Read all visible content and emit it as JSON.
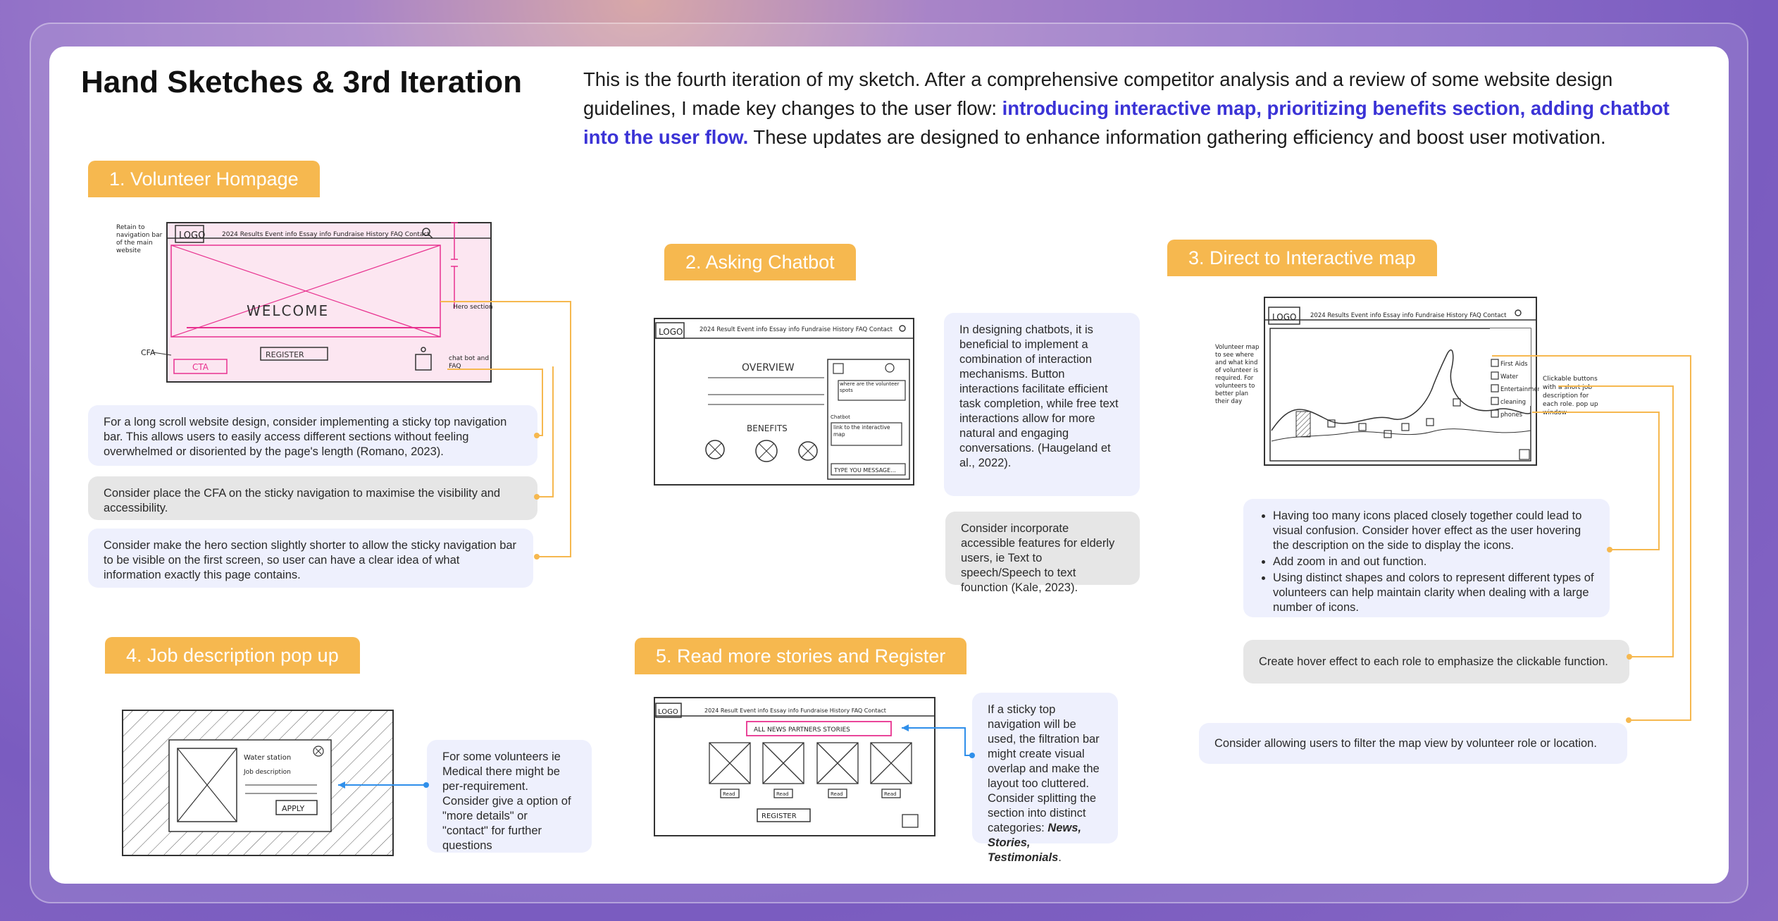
{
  "title": "Hand Sketches & 3rd Iteration",
  "intro": {
    "text_1": "This is the fourth iteration of my sketch. After a comprehensive competitor analysis and a review of some website design guidelines, I made key changes to the user flow: ",
    "highlight": "introducing interactive map, prioritizing benefits section, adding chatbot into the user flow.",
    "text_2": " These updates are designed to enhance information gathering efficiency and boost user motivation."
  },
  "colors": {
    "accent_orange": "#f6b84f",
    "highlight_blue": "#3b33d6",
    "note_blue": "#eef0fd",
    "note_gray": "#e6e6e6",
    "sketch_pink": "#e8318f",
    "connector_blue": "#2f8fea"
  },
  "sections": [
    {
      "label": "1. Volunteer Hompage",
      "sketch": {
        "nav": "2024 Results  Event info  Essay info  Fundraise  History  FAQ  Contact",
        "logo": "LOGO",
        "hero": "WELCOME",
        "cta_text": "CTA",
        "register": "REGISTER",
        "ann_left": "Retain to navigation bar of the main website",
        "ann_cfa": "CFA",
        "ann_hero": "Hero section",
        "ann_chat": "chat bot and FAQ"
      },
      "notes": [
        "For a long scroll website design, consider implementing a sticky top navigation bar. This allows users to easily access different sections without feeling overwhelmed or disoriented by the page's length (Romano, 2023).",
        "Consider place the CFA on the sticky navigation to maximise the visibility and accessibility.",
        "Consider make the hero section slightly shorter to allow the sticky navigation bar to be visible on the first screen, so user can have a clear idea of what information exactly this page contains."
      ]
    },
    {
      "label": "2. Asking Chatbot",
      "sketch": {
        "nav": "2024 Result  Event info  Essay info  Fundraise  History  FAQ  Contact",
        "logo": "LOGO",
        "overview": "OVERVIEW",
        "benefits": "BENEFITS",
        "chat_1": "where are the volunteer spots",
        "chat_bot_label": "Chatbot",
        "chat_2": "link to the interactive map",
        "chat_input": "TYPE YOU MESSAGE..."
      },
      "notes": [
        "In designing chatbots, it is beneficial to implement a combination of interaction mechanisms. Button interactions facilitate efficient task completion, while free text interactions allow for more natural and engaging conversations.  (Haugeland et al., 2022).",
        "Consider incorporate accessible features for elderly users, ie Text to speech/Speech to text founction (Kale, 2023)."
      ]
    },
    {
      "label": "3. Direct to Interactive map",
      "sketch": {
        "nav": "2024 Results  Event info  Essay info  Fundraise  History  FAQ  Contact",
        "logo": "LOGO",
        "legend": [
          "First Aids",
          "Water",
          "Entertainment",
          "cleaning",
          "phones"
        ],
        "ann_left": "Volunteer map to see where and what kind of volunteer is required. For volunteers to better plan their day",
        "ann_right": "Clickable buttons with a short job description for each role. pop up window"
      },
      "notes": [
        "Having too many icons placed closely together could lead to visual confusion. Consider hover effect as the user hovering the description on the side to display the icons.",
        "Add zoom in and out function.",
        "Using distinct shapes and colors to represent different types of volunteers can help maintain clarity when dealing with a large number of icons."
      ],
      "notes_2": [
        "Create hover effect to each role to emphasize the clickable function.",
        "Consider allowing users to filter the map view by volunteer role or location."
      ]
    },
    {
      "label": "4. Job description pop up",
      "sketch": {
        "title": "Water station",
        "desc": "Job description",
        "apply": "APPLY"
      },
      "notes": [
        "For some volunteers ie Medical there might be per-requirement. Consider give a option of \"more details\" or \"contact\" for further questions"
      ]
    },
    {
      "label": "5. Read more stories and Register",
      "sketch": {
        "nav": "2024 Result  Event info  Essay info  Fundraise  History  FAQ  Contact",
        "logo": "LOGO",
        "filters": "ALL    NEWS    PARTNERS    STORIES",
        "card_btn": "Read",
        "register": "REGISTER"
      },
      "notes": {
        "text": "If a sticky top navigation will be used, the filtration bar might create visual overlap and make the layout too cluttered. Consider splitting the section into distinct categories: ",
        "em": "News, Stories, Testimonials",
        "end": "."
      }
    }
  ]
}
